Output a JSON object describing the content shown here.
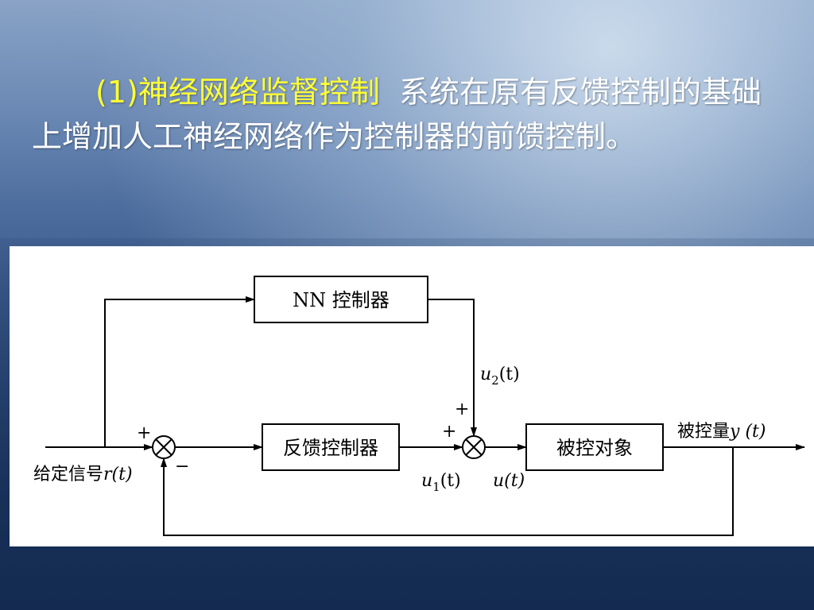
{
  "slide": {
    "prefix": "(1)",
    "highlight": "神经网络监督控制",
    "body": "系统在原有反馈控制的基础上增加人工神经网络作为控制器的前馈控制。"
  },
  "diagram": {
    "nn_controller": "NN 控制器",
    "feedback_controller": "反馈控制器",
    "plant": "被控对象",
    "input_label": "给定信号",
    "input_signal": "r(t)",
    "output_label": "被控量",
    "output_signal": "y (t)",
    "u1": "u",
    "u1_sub": "1",
    "u2": "u",
    "u2_sub": "2",
    "u": "u(t)",
    "arg": "(t)",
    "plus": "+",
    "minus": "−"
  },
  "colors": {
    "text": "#ffffff",
    "highlight": "#ffff33",
    "line": "#000000"
  }
}
